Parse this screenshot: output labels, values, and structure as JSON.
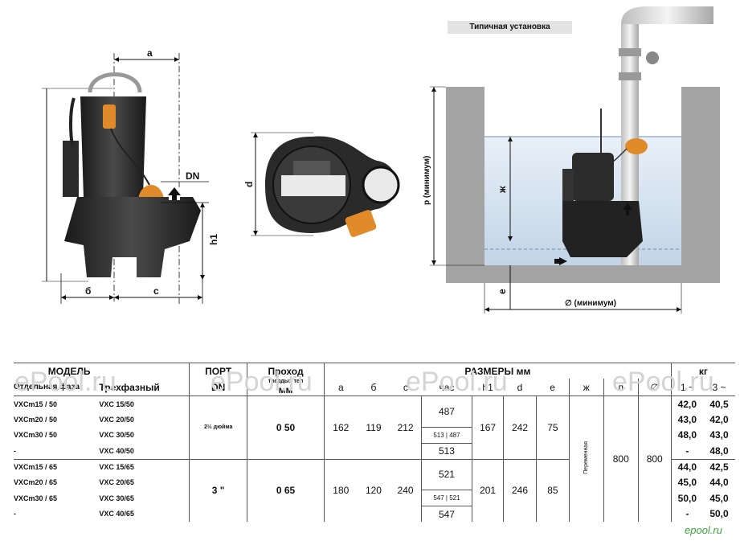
{
  "caption": "Типичная установка",
  "dims": {
    "a": "a",
    "b": "б",
    "c": "c",
    "dn": "DN",
    "h1": "h1",
    "d": "d",
    "p_min": "p (минимум)",
    "zh": "ж",
    "e": "e",
    "o_min": "∅ (минимум)"
  },
  "watermark": "ePool.ru",
  "logo": "epool.ru",
  "table": {
    "h_model": "МОДЕЛЬ",
    "h_single": "Отдельная фаза",
    "h_three": "Трехфазный",
    "h_port": "ПОРТ",
    "h_port2": "DN",
    "h_pass": "Проход",
    "h_pass2": "твердых тел",
    "h_pass3": "мм",
    "h_dims": "РАЗМЕРЫ мм",
    "h_kg": "кг",
    "cols": [
      "a",
      "б",
      "c",
      "час",
      "h1",
      "d",
      "e",
      "ж",
      "п",
      "∅",
      "1 ~",
      "3 ~"
    ],
    "g1": {
      "port": "2½ дюйма",
      "pass": "0 50",
      "a": "162",
      "b": "119",
      "c": "212",
      "hour1": "487",
      "hour2": "513 | 487",
      "hour3": "513",
      "h1": "167",
      "d": "242",
      "e": "75",
      "rows": [
        {
          "m1": "VXCm15 / 50",
          "m3": "VXC 15/50",
          "k1": "42,0",
          "k3": "40,5"
        },
        {
          "m1": "VXCm20 / 50",
          "m3": "VXC 20/50",
          "k1": "43,0",
          "k3": "42,0"
        },
        {
          "m1": "VXCm30 / 50",
          "m3": "VXC 30/50",
          "k1": "48,0",
          "k3": "43,0"
        },
        {
          "m1": "-",
          "m3": "VXC 40/50",
          "k1": "-",
          "k3": "48,0"
        }
      ]
    },
    "g2": {
      "port": "3 \"",
      "pass": "0 65",
      "a": "180",
      "b": "120",
      "c": "240",
      "hour1": "521",
      "hour2": "547 | 521",
      "hour3": "547",
      "h1": "201",
      "d": "246",
      "e": "85",
      "rows": [
        {
          "m1": "VXCm15 / 65",
          "m3": "VXC 15/65",
          "k1": "44,0",
          "k3": "42,5"
        },
        {
          "m1": "VXCm20 / 65",
          "m3": "VXC 20/65",
          "k1": "45,0",
          "k3": "44,0"
        },
        {
          "m1": "VXCm30 / 65",
          "m3": "VXC 30/65",
          "k1": "50,0",
          "k3": "45,0"
        },
        {
          "m1": "-",
          "m3": "VXC 40/65",
          "k1": "-",
          "k3": "50,0"
        }
      ]
    },
    "zh": "Переменная",
    "p": "800",
    "o": "800"
  }
}
